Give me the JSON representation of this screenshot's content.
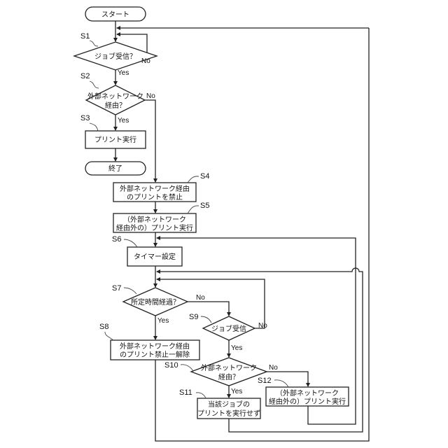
{
  "flowchart": {
    "start": "スタート",
    "end": "終了",
    "steps": {
      "S1": {
        "label": "S1",
        "text": [
          "ジョブ受信？"
        ],
        "type": "decision"
      },
      "S2": {
        "label": "S2",
        "text": [
          "外部ネットワーク",
          "経由？"
        ],
        "type": "decision"
      },
      "S3": {
        "label": "S3",
        "text": [
          "プリント実行"
        ],
        "type": "process"
      },
      "S4": {
        "label": "S4",
        "text": [
          "外部ネットワーク経由",
          "のプリントを禁止"
        ],
        "type": "process"
      },
      "S5": {
        "label": "S5",
        "text": [
          "（外部ネットワーク",
          "経由外の）プリント実行"
        ],
        "type": "process"
      },
      "S6": {
        "label": "S6",
        "text": [
          "タイマー設定"
        ],
        "type": "process"
      },
      "S7": {
        "label": "S7",
        "text": [
          "所定時間経過？"
        ],
        "type": "decision"
      },
      "S8": {
        "label": "S8",
        "text": [
          "外部ネットワーク経由",
          "のプリント禁止一解除"
        ],
        "type": "process"
      },
      "S9": {
        "label": "S9",
        "text": [
          "ジョブ受信"
        ],
        "type": "decision"
      },
      "S10": {
        "label": "S10",
        "text": [
          "外部ネットワーク",
          "経由？"
        ],
        "type": "decision"
      },
      "S11": {
        "label": "S11",
        "text": [
          "当該ジョブの",
          "プリントを実行せず"
        ],
        "type": "process"
      },
      "S12": {
        "label": "S12",
        "text": [
          "（外部ネットワーク",
          "経由外の）プリント実行"
        ],
        "type": "process"
      }
    },
    "branch_labels": {
      "yes": "Yes",
      "no": "No"
    }
  }
}
